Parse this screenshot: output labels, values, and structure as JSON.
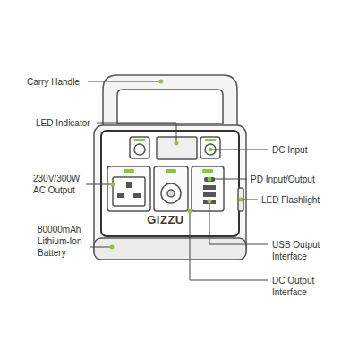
{
  "diagram": {
    "labels": [
      "Carry Handle",
      "LED Indicator",
      "230V/300W AC Output",
      "80000mAh Lithium-Ion Battery",
      "GiZZU",
      "DC Input",
      "PD Input/Output",
      "LED Flashlight",
      "USB Output Interface",
      "DC Output Interface"
    ]
  }
}
